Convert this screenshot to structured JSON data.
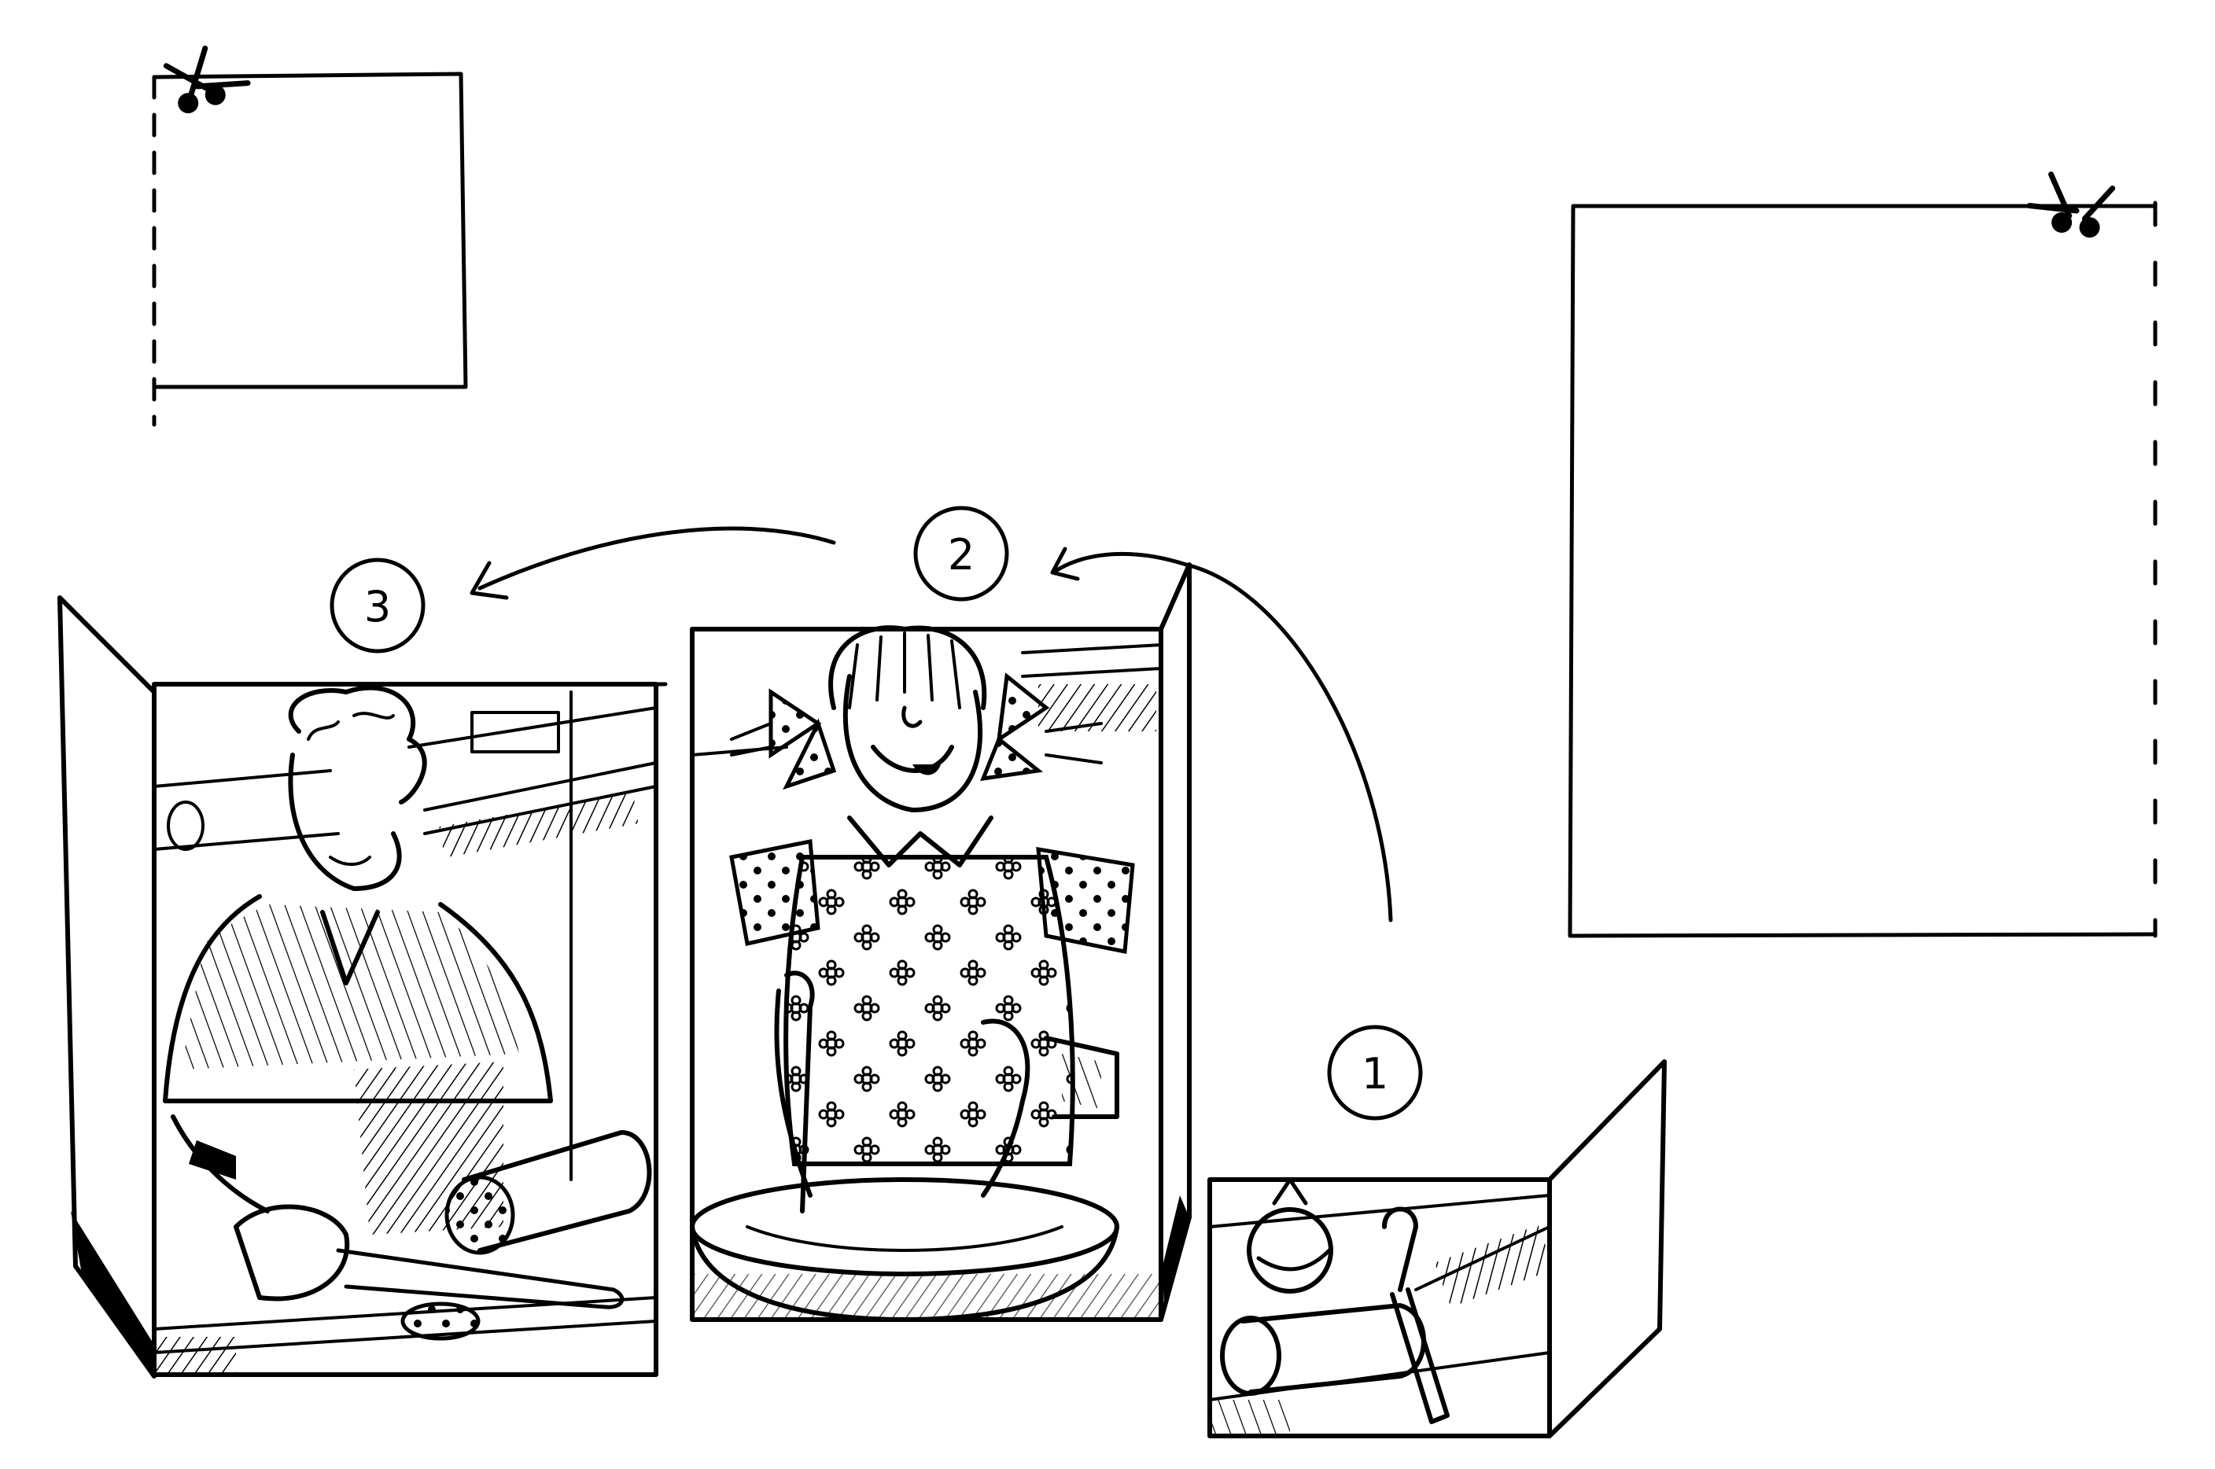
{
  "steps": [
    {
      "id": "step1",
      "label": "1"
    },
    {
      "id": "step2",
      "label": "2"
    },
    {
      "id": "step3",
      "label": "3"
    }
  ],
  "icons": {
    "scissors": "scissors-icon",
    "arrow": "curved-arrow-icon"
  },
  "colors": {
    "ink": "#000000",
    "paper": "#ffffff"
  }
}
